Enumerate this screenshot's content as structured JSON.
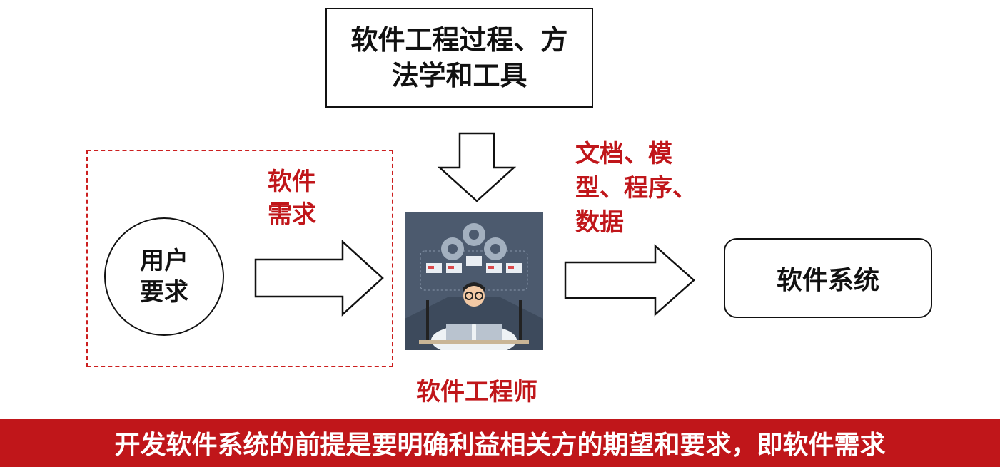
{
  "top_box": {
    "text": "软件工程过程、方法学和工具"
  },
  "user_circle": {
    "text": "用户要求"
  },
  "requirement_label": {
    "text": "软件需求"
  },
  "engineer_label": {
    "text": "软件工程师"
  },
  "output_label": {
    "text": "文档、模型、程序、数据"
  },
  "result_box": {
    "text": "软件系统"
  },
  "bottom_banner": {
    "text": "开发软件系统的前提是要明确利益相关方的期望和要求，即软件需求"
  },
  "colors": {
    "accent_red": "#c0161a",
    "illustration_bg": "#4c5a6e"
  }
}
